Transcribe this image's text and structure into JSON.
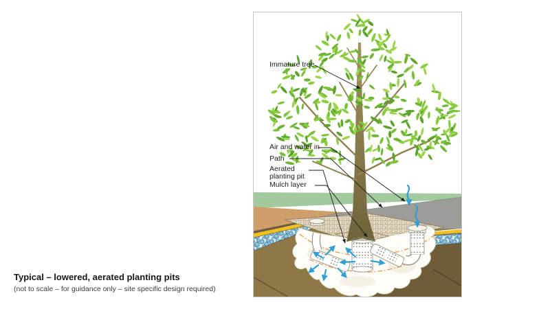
{
  "caption": {
    "title": "Typical – lowered, aerated planting pits",
    "subtitle": "(not to scale – for guidance only – site specific design required)"
  },
  "diagram": {
    "labels": {
      "immature_tree": "Immature tree",
      "air_water": "Air and water in",
      "path": "Path",
      "aerated_pit": "Aerated planting pit",
      "mulch": "Mulch layer"
    },
    "colors": {
      "grass": "#a3c99f",
      "path_surface": "#9c9c98",
      "footpath": "#cf9f69",
      "sub_base": "#f2c01c",
      "aggregate_bg": "#d6ebf3",
      "aggregate_stone": "#8ec3da",
      "soil_left": "#8e7946",
      "soil_right": "#6f5c38",
      "mulch_bg": "#e9dfc8",
      "pit_fill": "#fdfcf6",
      "pit_dash": "#e2903f",
      "arrow_blue": "#2f9fd6",
      "trunk_top": "#a3925f",
      "trunk_bottom": "#6e6339",
      "branch": "#8f7f50",
      "leaf_palette": [
        "#8ace3f",
        "#6fb636",
        "#5ea32e",
        "#9ed44f",
        "#7cc23a"
      ]
    }
  }
}
